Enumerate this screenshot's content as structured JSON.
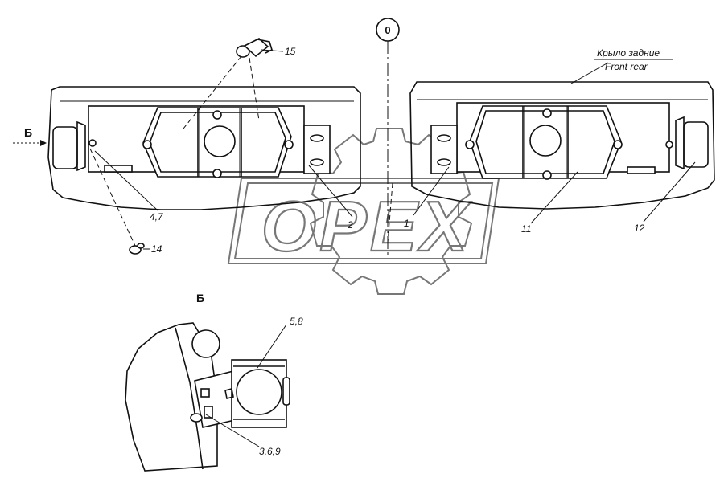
{
  "labels": {
    "zero_marker": "0",
    "wing_ru": "Крыло задние",
    "wing_en": "Front rear",
    "view_arrow": "Б",
    "view_title": "Б"
  },
  "callouts": [
    "1",
    "2",
    "4,7",
    "11",
    "12",
    "14",
    "15",
    "5,8",
    "3,6,9"
  ],
  "watermark": {
    "text": "OPEX",
    "color": "#777777"
  }
}
